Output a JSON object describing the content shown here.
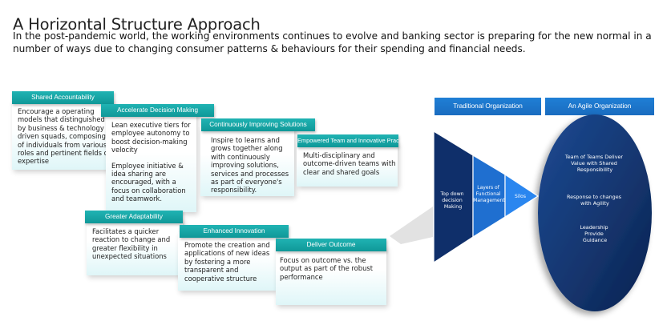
{
  "title": "A Horizontal Structure Approach",
  "subtitle": "In the post-pandemic world, the working environments continues to evolve and banking sector is preparing for the new normal in a number of ways due to changing consumer patterns & behaviours for their spending and financial needs.",
  "cards": [
    {
      "heading": "Shared Accountability",
      "paragraphs": [
        "Encourage a operating models that distinguished by business & technology driven squads, composing of individuals from various roles and pertinent fields of expertise"
      ]
    },
    {
      "heading": "Accelerate Decision Making",
      "paragraphs": [
        "Lean executive tiers for employee autonomy to boost decision-making velocity",
        "Employee initiative & idea sharing are encouraged, with a focus on collaboration and teamwork."
      ]
    },
    {
      "heading": "Continuously Improving Solutions",
      "paragraphs": [
        "Inspire to learns and grows together along with continuously improving solutions, services and processes as part of everyone's responsibility."
      ]
    },
    {
      "heading": "Empowered Team and Innovative Practices",
      "paragraphs": [
        "Multi-disciplinary and outcome-driven teams with clear and shared goals"
      ]
    },
    {
      "heading": "Greater Adaptability",
      "paragraphs": [
        "Facilitates a quicker reaction to change and greater flexibility in unexpected situations"
      ]
    },
    {
      "heading": "Enhanced Innovation",
      "paragraphs": [
        "Promote the creation and applications of new ideas by fostering a more transparent and cooperative structure"
      ]
    },
    {
      "heading": "Deliver Outcome",
      "paragraphs": [
        "Focus on outcome vs. the output as part of the robust performance"
      ]
    }
  ],
  "org": {
    "traditional_label": "Traditional Organization",
    "agile_label": "An Agile Organization",
    "triangle_levels": [
      {
        "lines": [
          "Top down",
          "decision",
          "Making"
        ]
      },
      {
        "lines": [
          "Layers of",
          "Functional",
          "Management"
        ]
      },
      {
        "lines": [
          "Silos"
        ]
      }
    ],
    "agile_points": [
      {
        "lines": [
          "Team of Teams Deliver",
          "Value with Shared",
          "Responsibility"
        ]
      },
      {
        "lines": [
          "Response to changes",
          "with Agility"
        ]
      },
      {
        "lines": [
          "Leadership",
          "Provide",
          "Guidance"
        ]
      }
    ]
  },
  "colors": {
    "card_header": "#139f9f",
    "org_header": "#1d75cc",
    "triangle_dark": "#0f2f6a",
    "triangle_mid": "#1f6fd0",
    "triangle_light": "#2a86ef",
    "ellipse": "#13346c"
  }
}
